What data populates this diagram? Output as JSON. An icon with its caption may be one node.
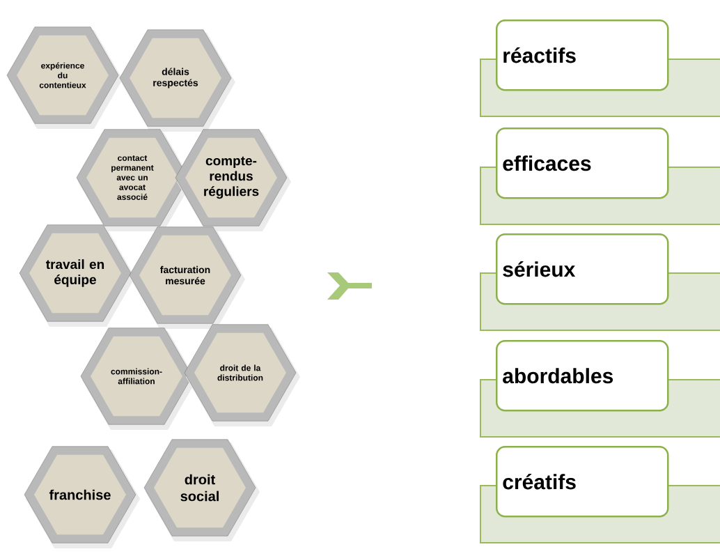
{
  "diagram": {
    "nodes": [
      {
        "text": [
          "expérience du contentieux"
        ]
      },
      {
        "text": [
          "délais respectés"
        ]
      },
      {
        "text": [
          "contact permanent avec un avocat associé"
        ]
      },
      {
        "text": [
          "compte-rendus réguliers"
        ]
      },
      {
        "text": [
          "travail en équipe"
        ]
      },
      {
        "text": [
          "facturation mesurée"
        ]
      },
      {
        "text": [
          "commission-affiliation"
        ]
      },
      {
        "text": [
          "droit de la distribution"
        ]
      },
      {
        "text": [
          "franchise"
        ]
      },
      {
        "text": [
          "droit social"
        ]
      },
      {
        "text": [
          "réactifs"
        ]
      },
      {
        "text": [
          "efficaces"
        ]
      },
      {
        "text": [
          "sérieux"
        ]
      },
      {
        "text": [
          "abordables"
        ]
      },
      {
        "text": [
          "créatifs"
        ]
      }
    ]
  }
}
